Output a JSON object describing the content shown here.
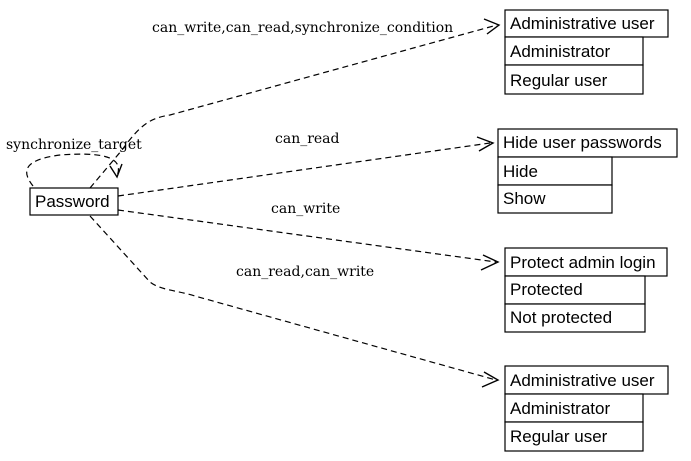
{
  "source_node": {
    "label": "Password"
  },
  "targets": [
    {
      "title": "Administrative user",
      "options": [
        "Administrator",
        "Regular user"
      ]
    },
    {
      "title": "Hide user passwords",
      "options": [
        "Hide",
        "Show"
      ]
    },
    {
      "title": "Protect admin login",
      "options": [
        "Protected",
        "Not protected"
      ]
    },
    {
      "title": "Administrative user",
      "options": [
        "Administrator",
        "Regular user"
      ]
    }
  ],
  "edges": {
    "self_loop": "synchronize_target",
    "to_target_0": "can_write,can_read,synchronize_condition",
    "to_target_1": "can_read",
    "to_target_2": "can_write",
    "to_target_3": "can_read,can_write"
  }
}
